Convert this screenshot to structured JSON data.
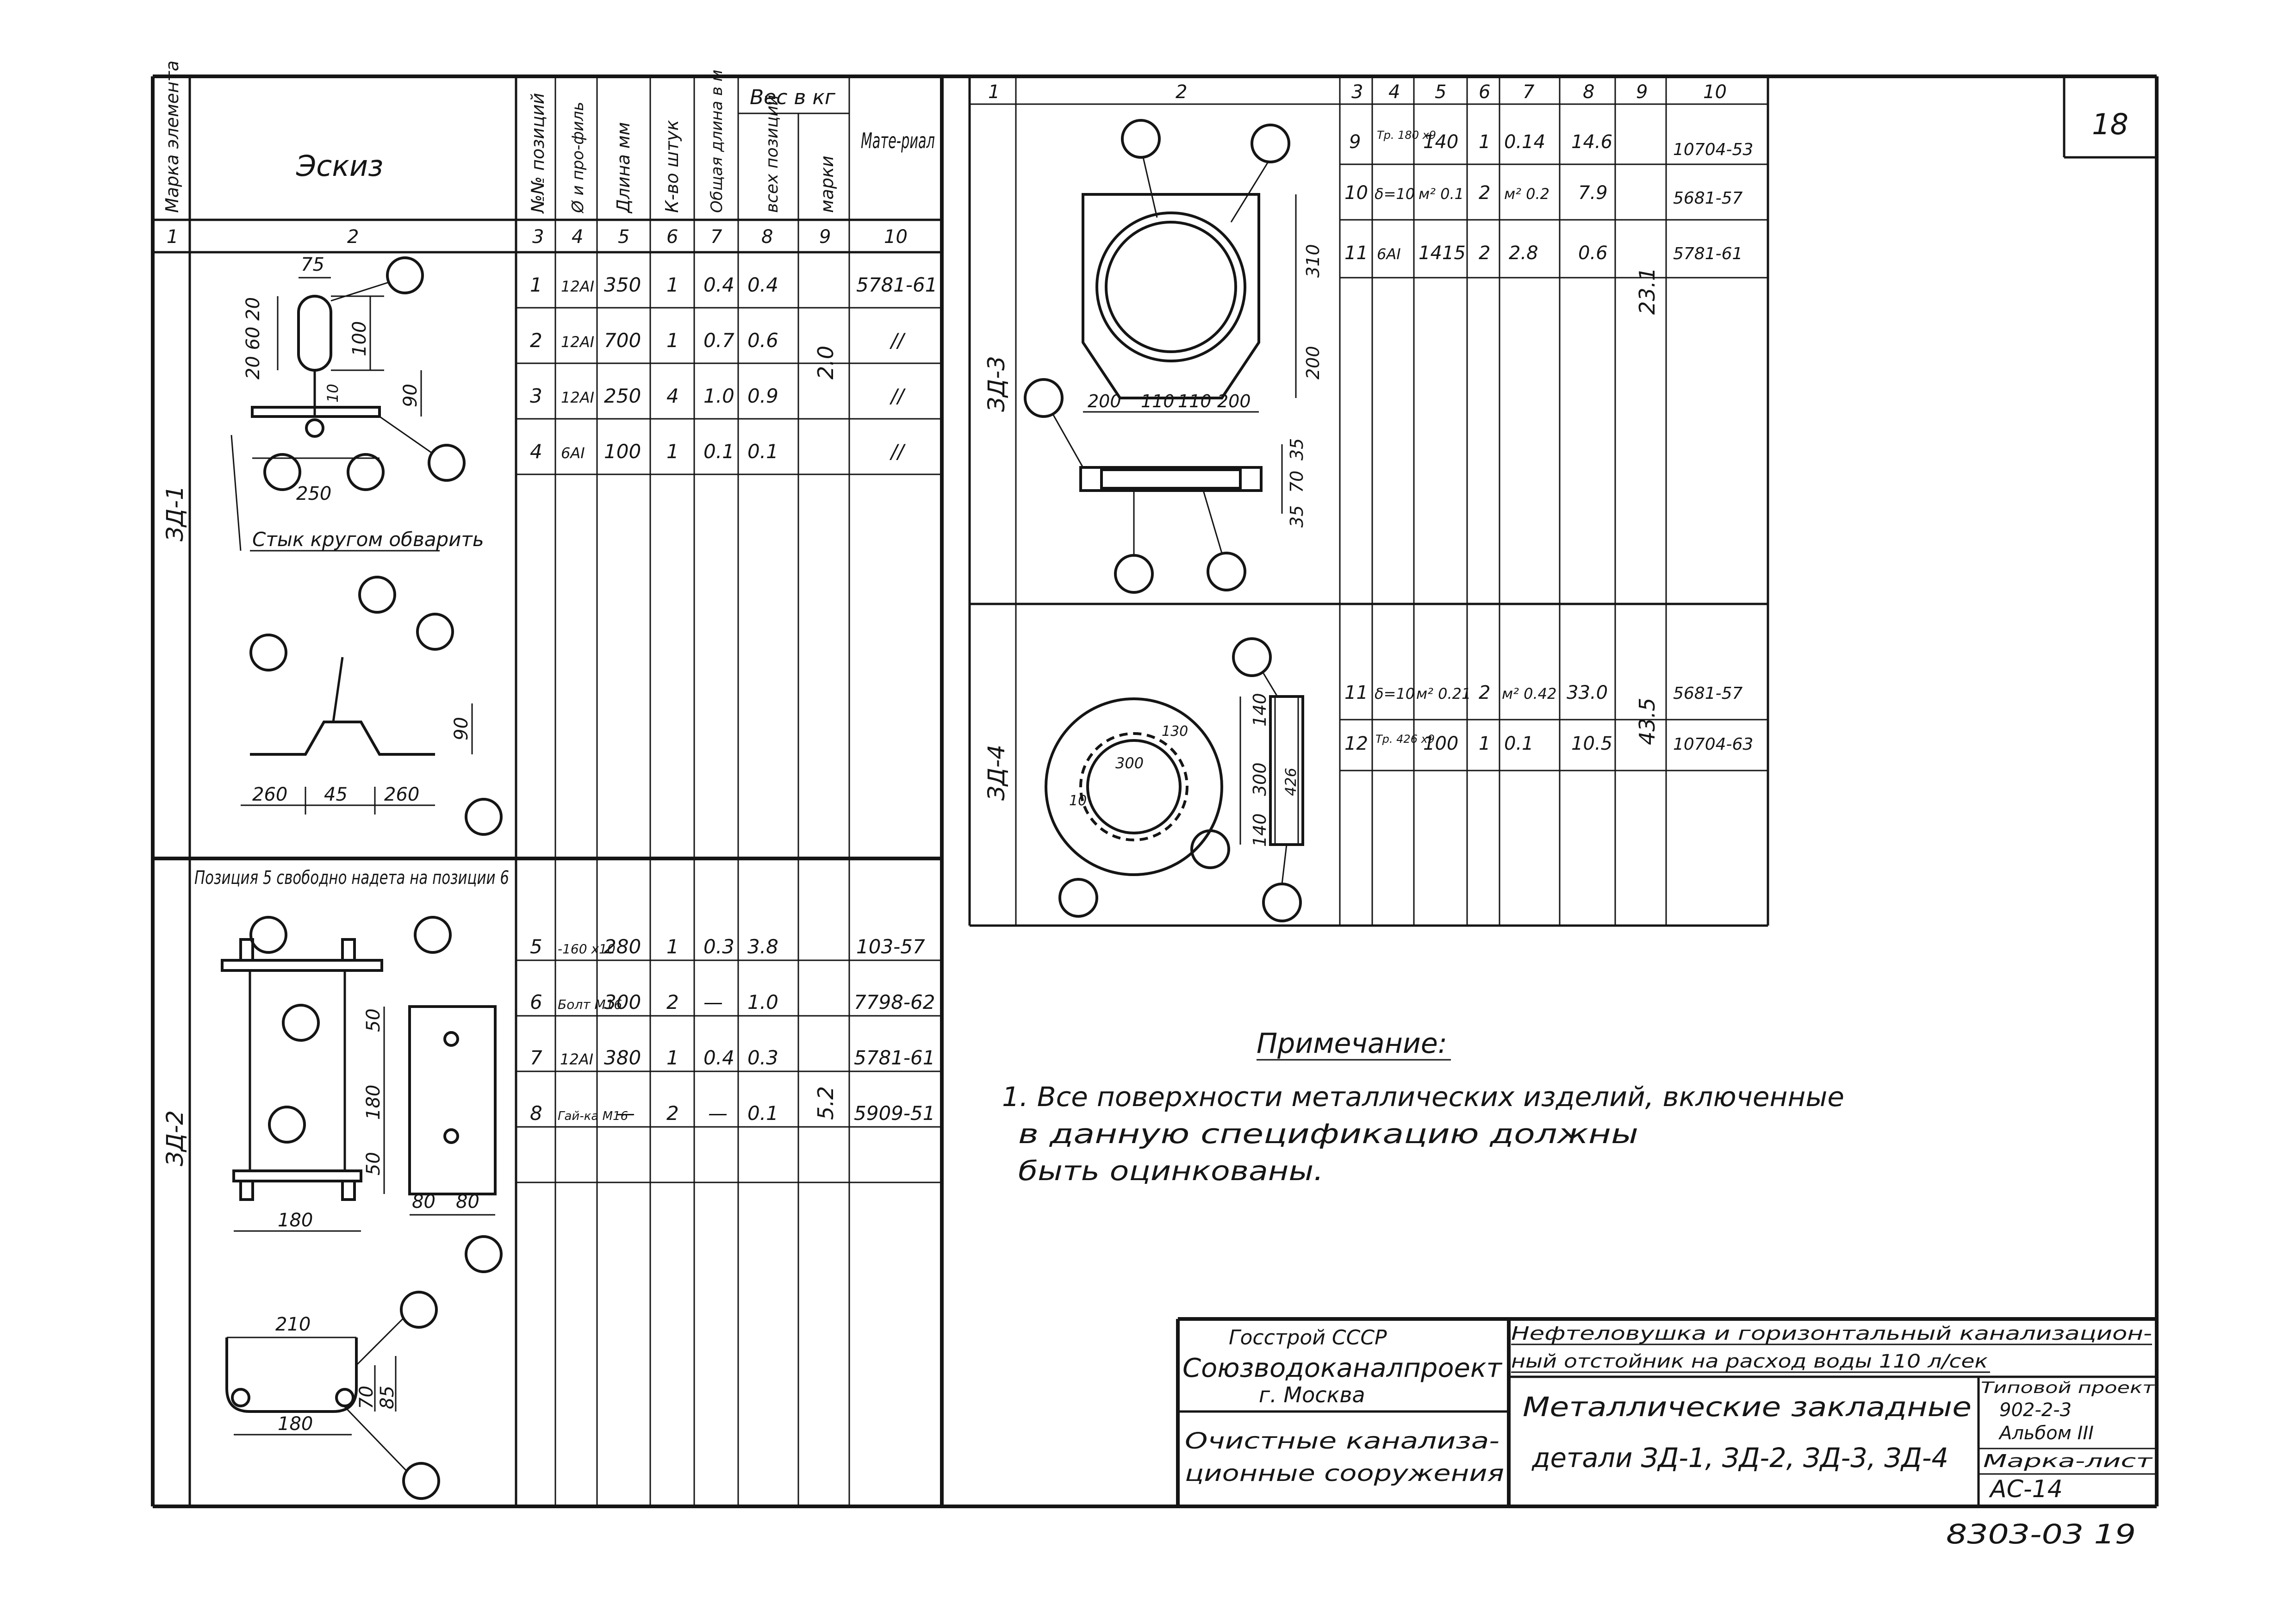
{
  "sheet_number": "18",
  "bottom_code": "8303-03 19",
  "left_table": {
    "headers": {
      "c1": "Марка элемента",
      "c2": "Эскиз",
      "c3": "№№ позиций",
      "c4": "Ø и про-филь",
      "c5": "Длина мм",
      "c6": "К-во штук",
      "c7": "Общая длина в м",
      "weight_group": "Вес в кг",
      "c8": "всех позиций",
      "c9": "марки",
      "c10": "Мате-риал"
    },
    "column_numbers": [
      "1",
      "2",
      "3",
      "4",
      "5",
      "6",
      "7",
      "8",
      "9",
      "10"
    ],
    "group1": {
      "mark": "ЗД-1",
      "total": "2.0",
      "rows": [
        {
          "pos": "1",
          "prof": "12AI",
          "len": "350",
          "qty": "1",
          "total_len": "0.4",
          "weight": "0.4",
          "material": "5781-61"
        },
        {
          "pos": "2",
          "prof": "12AI",
          "len": "700",
          "qty": "1",
          "total_len": "0.7",
          "weight": "0.6",
          "material": "//"
        },
        {
          "pos": "3",
          "prof": "12AI",
          "len": "250",
          "qty": "4",
          "total_len": "1.0",
          "weight": "0.9",
          "material": "//"
        },
        {
          "pos": "4",
          "prof": "6AI",
          "len": "100",
          "qty": "1",
          "total_len": "0.1",
          "weight": "0.1",
          "material": "//"
        }
      ],
      "sketch": {
        "dims": [
          "75",
          "20 60 20",
          "100",
          "10",
          "90",
          "250",
          "260",
          "45",
          "260",
          "90"
        ],
        "note": "Стык кругом обварить"
      }
    },
    "group2": {
      "mark": "ЗД-2",
      "total": "5.2",
      "note": "Позиция 5 свободно надета на позиции 6",
      "rows": [
        {
          "pos": "5",
          "prof": "-160 x10",
          "len": "280",
          "qty": "1",
          "total_len": "0.3",
          "weight": "3.8",
          "material": "103-57"
        },
        {
          "pos": "6",
          "prof": "Болт М16",
          "len": "300",
          "qty": "2",
          "total_len": "—",
          "weight": "1.0",
          "material": "7798-62"
        },
        {
          "pos": "7",
          "prof": "12AI",
          "len": "380",
          "qty": "1",
          "total_len": "0.4",
          "weight": "0.3",
          "material": "5781-61"
        },
        {
          "pos": "8",
          "prof": "Гай-ка М16",
          "len": "—",
          "qty": "2",
          "total_len": "—",
          "weight": "0.1",
          "material": "5909-51"
        }
      ],
      "sketch": {
        "dims": [
          "50",
          "180",
          "50",
          "180",
          "80",
          "80",
          "210",
          "70",
          "85",
          "180"
        ]
      }
    }
  },
  "right_table": {
    "column_numbers": [
      "1",
      "2",
      "3",
      "4",
      "5",
      "6",
      "7",
      "8",
      "9",
      "10"
    ],
    "group3": {
      "mark": "ЗД-3",
      "total": "23.1",
      "rows": [
        {
          "pos": "9",
          "prof": "Тр. 180 x9",
          "len": "140",
          "qty": "1",
          "total_len": "0.14",
          "weight": "14.6",
          "material": "10704-53"
        },
        {
          "pos": "10",
          "prof": "δ=10",
          "len": "м² 0.1",
          "qty": "2",
          "total_len": "м² 0.2",
          "weight": "7.9",
          "material": "5681-57"
        },
        {
          "pos": "11",
          "prof": "6AI",
          "len": "1415",
          "qty": "2",
          "total_len": "2.8",
          "weight": "0.6",
          "material": "5781-61"
        }
      ],
      "sketch": {
        "dims": [
          "310",
          "200",
          "200",
          "110",
          "110",
          "200",
          "35",
          "70",
          "35"
        ]
      }
    },
    "group4": {
      "mark": "ЗД-4",
      "total": "43.5",
      "rows": [
        {
          "pos": "11",
          "prof": "δ=10",
          "len": "м² 0.21",
          "qty": "2",
          "total_len": "м² 0.42",
          "weight": "33.0",
          "material": "5681-57"
        },
        {
          "pos": "12",
          "prof": "Тр. 426 x9",
          "len": "100",
          "qty": "1",
          "total_len": "0.1",
          "weight": "10.5",
          "material": "10704-63"
        }
      ],
      "sketch": {
        "dims": [
          "140",
          "300",
          "140",
          "300",
          "130",
          "426",
          "10"
        ]
      }
    }
  },
  "note": {
    "title": "Примечание:",
    "line1": "1. Все поверхности металлических изделий, включенные",
    "line2": "в данную спецификацию должны",
    "line3": "быть оцинкованы."
  },
  "title_block": {
    "org1": "Госстрой СССР",
    "org2": "Союзводоканалпроект",
    "city": "г. Москва",
    "dept1": "Очистные канализа-",
    "dept2": "ционные сооружения",
    "project1": "Нефтеловушка и горизонтальный канализацион-",
    "project2": "ный отстойник на расход воды 110 л/сек",
    "drawing1": "Металлические закладные",
    "drawing2": "детали ЗД-1, ЗД-2, ЗД-3, ЗД-4",
    "type_project": "Типовой проект",
    "project_no": "902-2-3",
    "album": "Альбом III",
    "mark_sheet_label": "Марка-лист",
    "mark_sheet": "АС-14"
  }
}
